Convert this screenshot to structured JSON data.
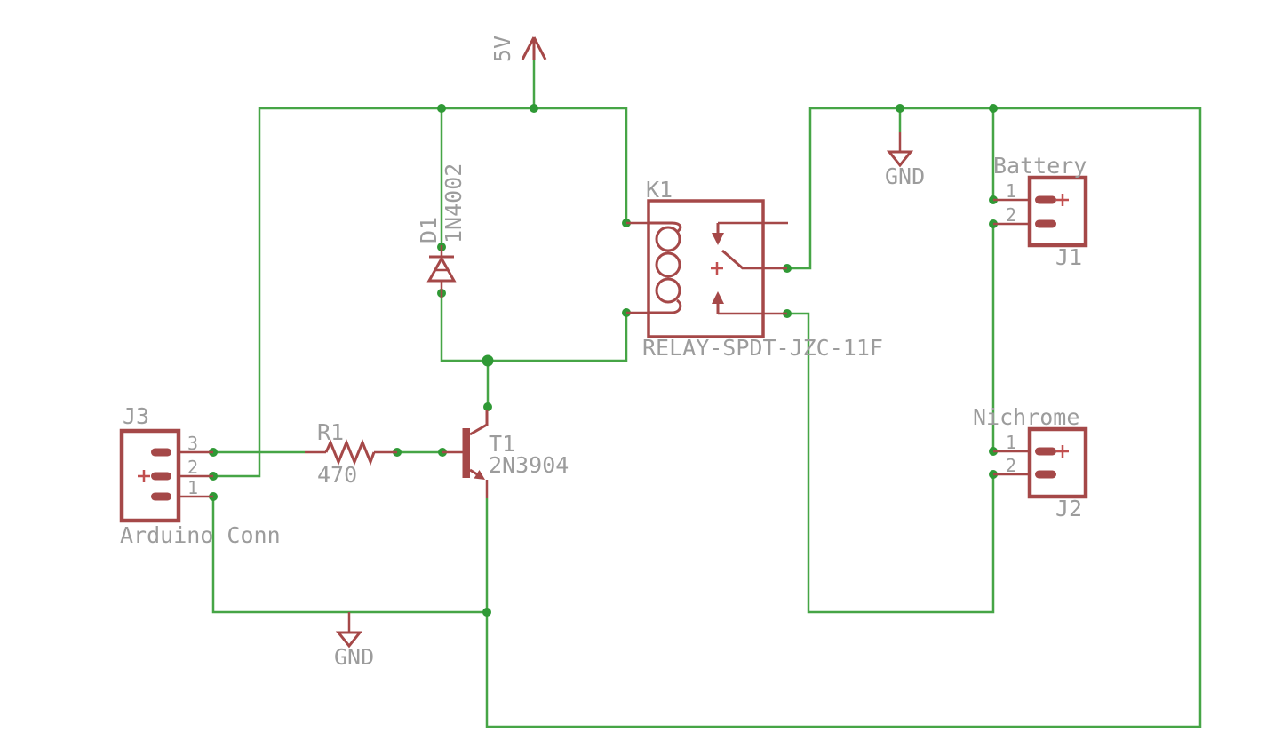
{
  "colors": {
    "wire_green": "#46a546",
    "junction_green": "#2f9935",
    "component_red": "#a54848",
    "accent_red": "#c14f4f",
    "label_gray": "#9c9c9c",
    "background": "#ffffff"
  },
  "power": {
    "vcc_label": "5V",
    "gnd_top_label": "GND",
    "gnd_bottom_label": "GND"
  },
  "components": {
    "j3": {
      "designator": "J3",
      "label": "Arduino Conn",
      "plus": "+",
      "pins": [
        "3",
        "2",
        "1"
      ]
    },
    "r1": {
      "designator": "R1",
      "value": "470"
    },
    "t1": {
      "designator": "T1",
      "value": "2N3904"
    },
    "d1": {
      "designator": "D1",
      "value": "1N4002"
    },
    "k1": {
      "designator": "K1",
      "value": "RELAY-SPDT-JZC-11F"
    },
    "j1": {
      "designator": "J1",
      "label": "Battery",
      "plus": "+",
      "pins": [
        "1",
        "2"
      ]
    },
    "j2": {
      "designator": "J2",
      "label": "Nichrome",
      "plus": "+",
      "pins": [
        "1",
        "2"
      ]
    }
  }
}
